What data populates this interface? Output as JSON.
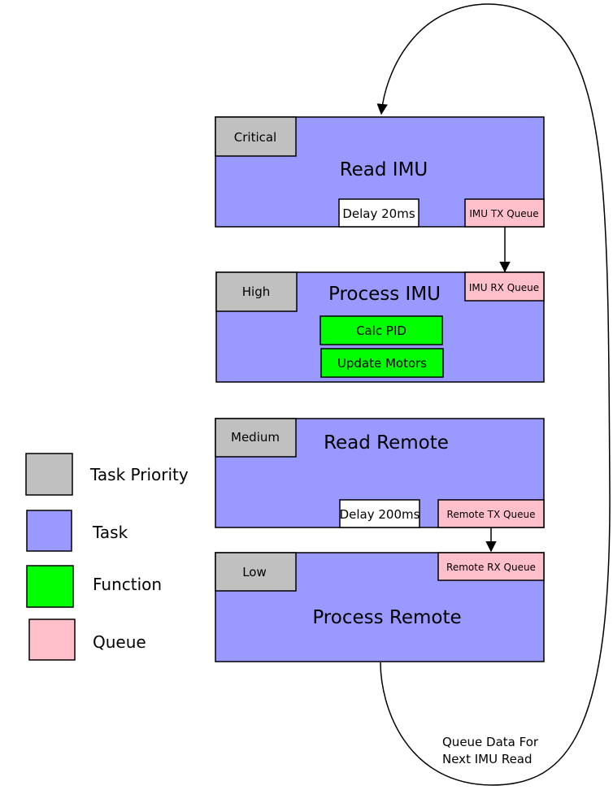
{
  "tasks": {
    "read_imu": {
      "title": "Read IMU",
      "priority": "Critical",
      "delay": "Delay 20ms",
      "tx_queue": "IMU TX Queue"
    },
    "process_imu": {
      "title": "Process IMU",
      "priority": "High",
      "rx_queue": "IMU RX Queue",
      "functions": [
        "Calc PID",
        "Update Motors"
      ]
    },
    "read_remote": {
      "title": "Read Remote",
      "priority": "Medium",
      "delay": "Delay 200ms",
      "tx_queue": "Remote TX Queue"
    },
    "process_remote": {
      "title": "Process Remote",
      "priority": "Low",
      "rx_queue": "Remote RX Queue"
    }
  },
  "loop_note": [
    "Queue Data For",
    "Next IMU Read"
  ],
  "legend": [
    {
      "label": "Task Priority",
      "color": "#c0c0c0"
    },
    {
      "label": "Task",
      "color": "#9999ff"
    },
    {
      "label": "Function",
      "color": "#00ff00"
    },
    {
      "label": "Queue",
      "color": "#ffc0cb"
    }
  ],
  "colors": {
    "priority": "#c0c0c0",
    "task": "#9999ff",
    "function": "#00ff00",
    "queue": "#ffc0cb",
    "delay": "#ffffff"
  }
}
